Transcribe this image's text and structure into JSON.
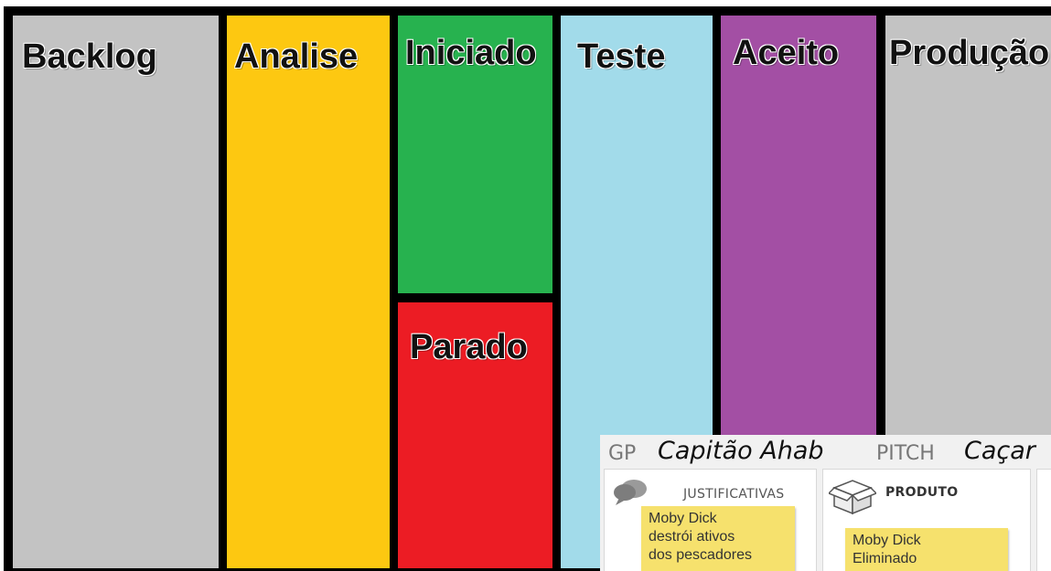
{
  "board": {
    "columns": [
      {
        "id": "backlog",
        "title": "Backlog",
        "color": "#c3c3c3"
      },
      {
        "id": "analise",
        "title": "Analise",
        "color": "#fdc811"
      },
      {
        "id": "iniciado",
        "title": "Iniciado",
        "color": "#27b24f"
      },
      {
        "id": "parado",
        "title": "Parado",
        "color": "#ec1c24"
      },
      {
        "id": "teste",
        "title": "Teste",
        "color": "#a2dbea"
      },
      {
        "id": "aceito",
        "title": "Aceito",
        "color": "#a34fa4"
      },
      {
        "id": "producao",
        "title": "Produção",
        "color": "#c3c3c3"
      }
    ]
  },
  "canvas": {
    "gp_label": "GP",
    "gp_value": "Capitão Ahab",
    "pitch_label": "PITCH",
    "pitch_value": "Caçar",
    "sections": [
      {
        "label": "JUSTIFICATIVAS",
        "icon": "speech-bubbles-icon",
        "sticky": "Moby Dick\ndestrói ativos\ndos pescadores"
      },
      {
        "label": "PRODUTO",
        "icon": "box-icon",
        "sticky": "Moby Dick\nEliminado"
      }
    ]
  }
}
